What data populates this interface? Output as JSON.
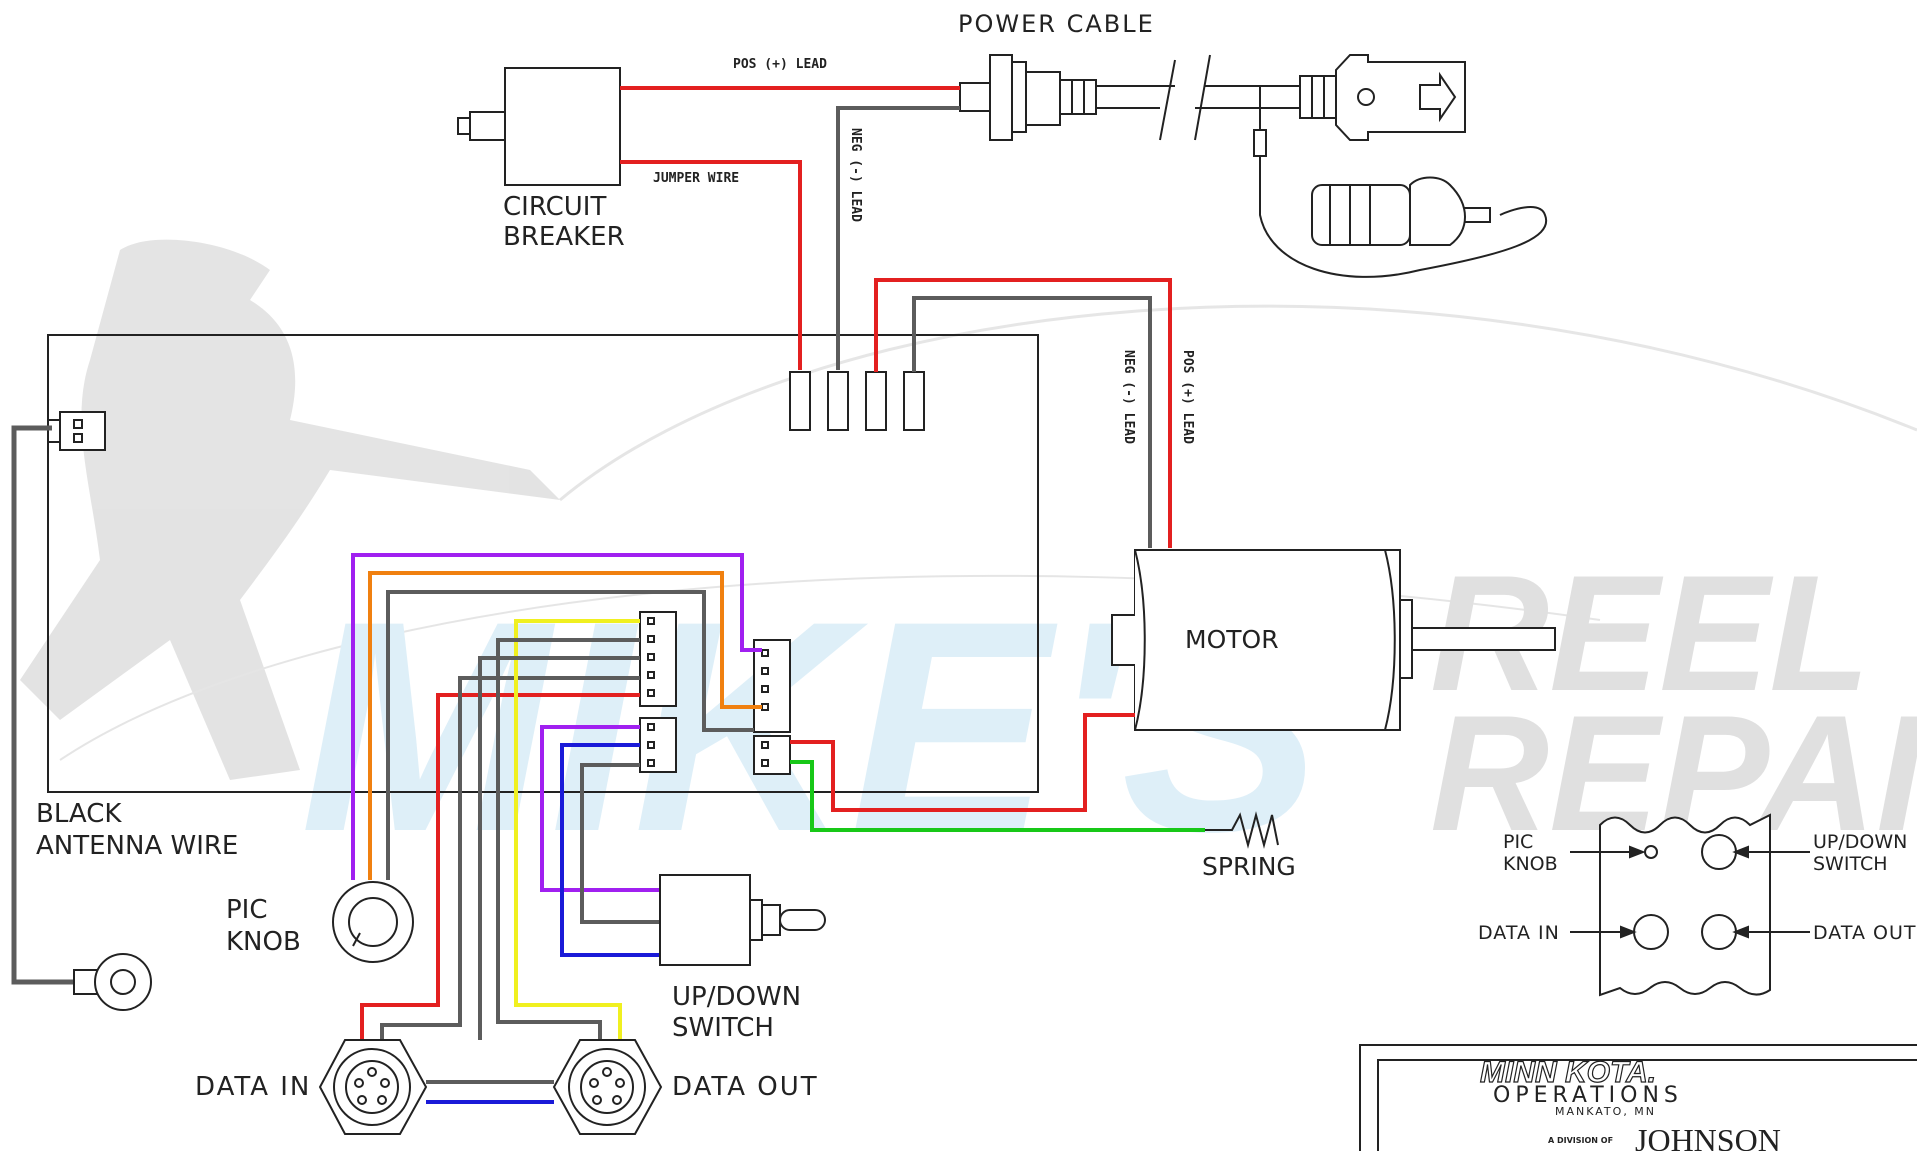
{
  "labels": {
    "power_cable": "POWER CABLE",
    "pos_lead_top": "POS (+) LEAD",
    "jumper_wire": "JUMPER WIRE",
    "neg_lead_vertical": "NEG (-) LEAD",
    "circuit_breaker_l1": "CIRCUIT",
    "circuit_breaker_l2": "BREAKER",
    "neg_lead_motor": "NEG (-) LEAD",
    "pos_lead_motor": "POS (+) LEAD",
    "motor": "MOTOR",
    "spring": "SPRING",
    "black_antenna_l1": "BLACK",
    "black_antenna_l2": "ANTENNA WIRE",
    "pic_knob_l1": "PIC",
    "pic_knob_l2": "KNOB",
    "up_down_l1": "UP/DOWN",
    "up_down_l2": "SWITCH",
    "data_in": "DATA IN",
    "data_out": "DATA OUT"
  },
  "panel": {
    "pic_knob_l1": "PIC",
    "pic_knob_l2": "KNOB",
    "up_down_l1": "UP/DOWN",
    "up_down_l2": "SWITCH",
    "data_in": "DATA IN",
    "data_out": "DATA OUT"
  },
  "title_block": {
    "brand": "MINN KOTA.",
    "operations": "OPERATIONS",
    "location": "MANKATO, MN",
    "division": "A DIVISION OF",
    "parent": "JOHNSON"
  },
  "watermark": {
    "line1": "MIKE'S",
    "line2a": "REEL",
    "line2b": "REPAIR"
  },
  "wire_colors": {
    "red": "#e32020",
    "gray": "#5c5c5c",
    "purple": "#a020f0",
    "orange": "#f08010",
    "yellow": "#f0f020",
    "blue": "#1a1ad8",
    "green": "#18c818"
  }
}
